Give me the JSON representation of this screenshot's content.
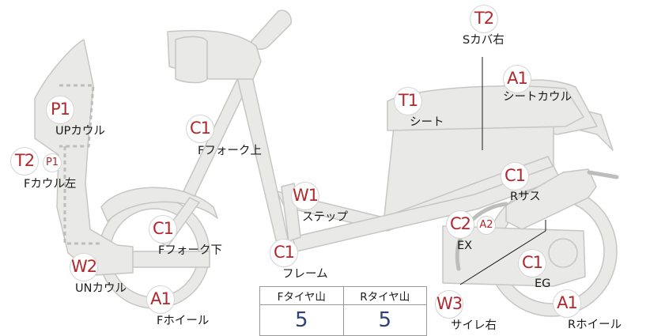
{
  "labels": {
    "s_cover_right": "Sカバ右",
    "seat_cowl": "シートカウル",
    "seat": "シート",
    "up_cowl": "UPカウル",
    "f_cowl_left": "Fカウル左",
    "f_fork_upper": "Fフォーク上",
    "step": "ステップ",
    "r_suspension": "Rサス",
    "ex": "EX",
    "f_fork_lower": "Fフォーク下",
    "frame": "フレーム",
    "un_cowl": "UNカウル",
    "eg": "EG",
    "f_wheel": "Fホイール",
    "silencer_right": "サイレ右",
    "r_wheel": "Rホイール"
  },
  "badges": {
    "s_cover_right": "T2",
    "seat_cowl": "A1",
    "seat": "T1",
    "up_cowl": "P1",
    "f_cowl_left": "T2",
    "f_cowl_left_sub": "P1",
    "f_fork_upper": "C1",
    "step": "W1",
    "r_suspension": "C1",
    "ex": "C2",
    "ex_sub": "A2",
    "f_fork_lower": "C1",
    "frame": "C1",
    "un_cowl": "W2",
    "eg": "C1",
    "f_wheel": "A1",
    "silencer_right": "W3",
    "r_wheel": "A1"
  },
  "tread_table": {
    "front_header": "Fタイヤ山",
    "rear_header": "Rタイヤ山",
    "front_value": "5",
    "rear_value": "5"
  },
  "colors": {
    "part_fill": "#e9e9e7",
    "part_stroke": "#c6c6c4",
    "badge_text": "#b0282c",
    "value_text": "#2f3f7a"
  }
}
